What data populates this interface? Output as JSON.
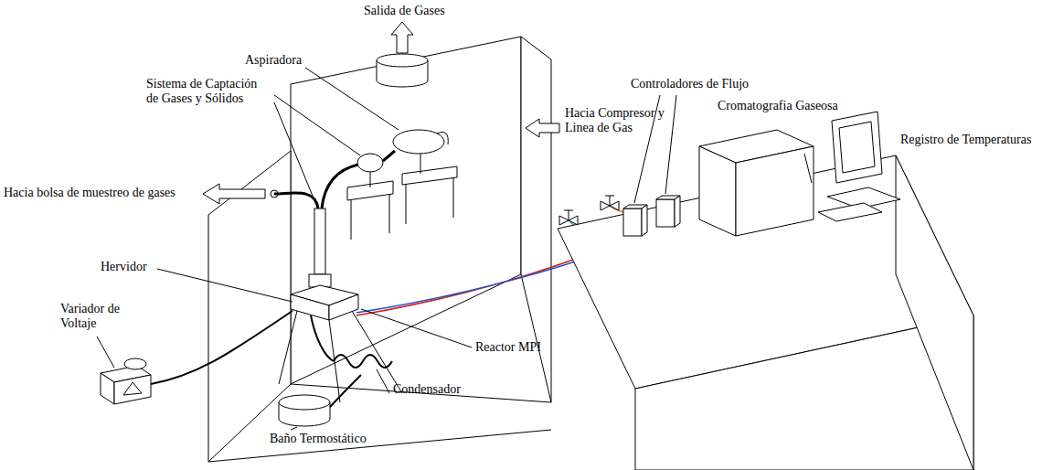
{
  "diagram": {
    "labels": [
      "Salida de Gases",
      "Aspiradora",
      "Sistema de Captación de Gases y Sólidos",
      "Hacia Compresor y Linea de Gas",
      "Controladores de Flujo",
      "Cromatografia Gaseosa",
      "Hacia bolsa de muestreo de gases",
      "Registro de Temperaturas",
      "Hervidor",
      "Variador de Voltaje",
      "Reactor MPI",
      "Condensador",
      "Baño Termostático"
    ]
  }
}
